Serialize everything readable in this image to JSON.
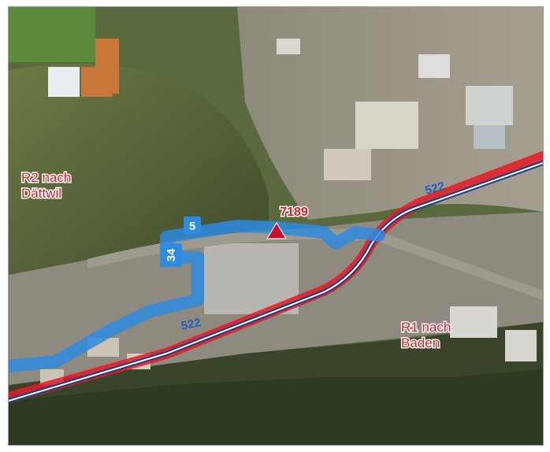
{
  "map": {
    "labels": {
      "r2_line1": "R2 nach",
      "r2_line2": "Dättwil",
      "r1_line1": "R1 nach",
      "r1_line2": "Baden",
      "marker_id": "7189",
      "route_5": "5",
      "route_34": "34",
      "route_522_west": "522",
      "route_522_east": "522"
    },
    "colors": {
      "blue_route": "#2e8be0",
      "red_route": "#e31b23",
      "navy_route": "#1e3a8a",
      "marker": "#c8102e",
      "label_text_red": "#e31b23",
      "label_text_blue": "#1f5fbf"
    },
    "icons": {
      "marker": "triangle-marker-icon"
    }
  }
}
